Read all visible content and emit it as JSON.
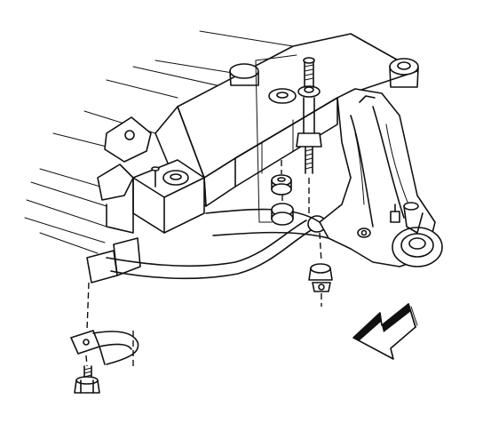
{
  "figure": {
    "style": "monochrome line-art technical illustration",
    "colors": {
      "ink": "#111111",
      "paper": "#ffffff"
    },
    "parts": [
      {
        "id": "frame-crossmember"
      },
      {
        "id": "frame-rail-left"
      },
      {
        "id": "mounting-bracket"
      },
      {
        "id": "stabilizer-bar"
      },
      {
        "id": "stabilizer-link-bolt"
      },
      {
        "id": "stabilizer-link-bushings"
      },
      {
        "id": "stabilizer-link-nut"
      },
      {
        "id": "lower-control-arm"
      },
      {
        "id": "steering-knuckle-ball-joint"
      },
      {
        "id": "stabilizer-bar-clamp"
      },
      {
        "id": "clamp-bolt"
      },
      {
        "id": "front-direction-arrow"
      }
    ]
  }
}
